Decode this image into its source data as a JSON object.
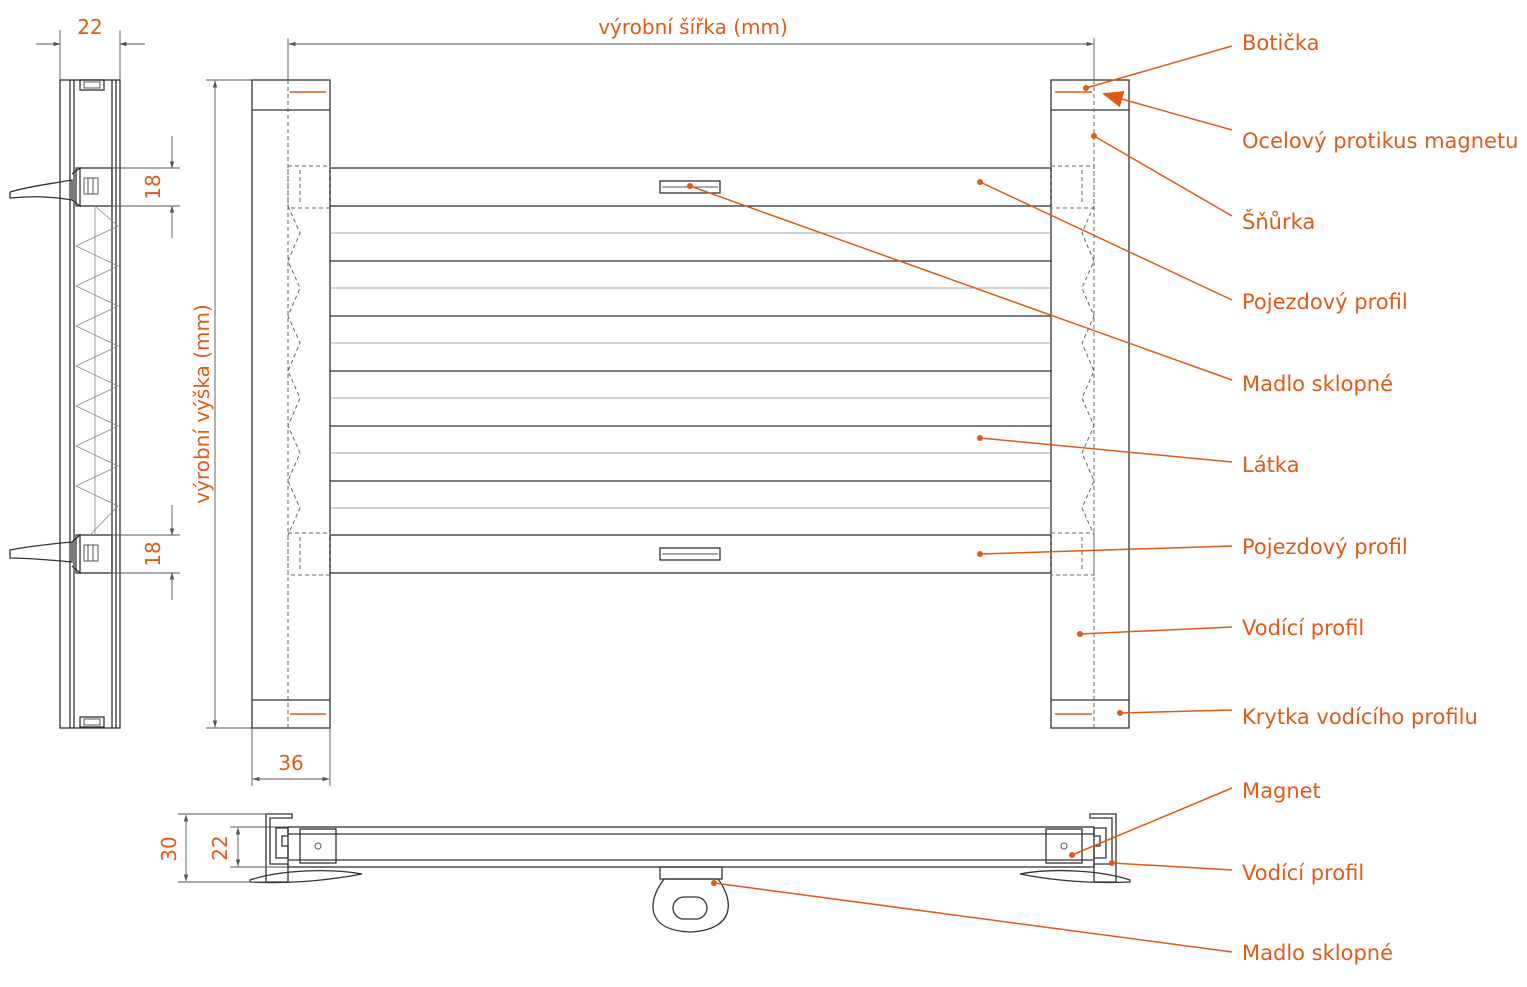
{
  "colors": {
    "accent": "#e05a17",
    "line": "#333333"
  },
  "dimensions": {
    "width": "výrobní šířka (mm)",
    "height": "výrobní výška (mm)",
    "side_depth": "22",
    "upper_offset": "18",
    "lower_offset": "18",
    "guide_width": "36",
    "total_depth": "30",
    "inner_depth": "22"
  },
  "labels": [
    "Botička",
    "Ocelový protikus magnetu",
    "Šňůrka",
    "Pojezdový profil",
    "Madlo sklopné",
    "Látka",
    "Pojezdový profil",
    "Vodící profil",
    "Krytka vodícího profilu",
    "Magnet",
    "Vodící profil",
    "Madlo sklopné"
  ]
}
